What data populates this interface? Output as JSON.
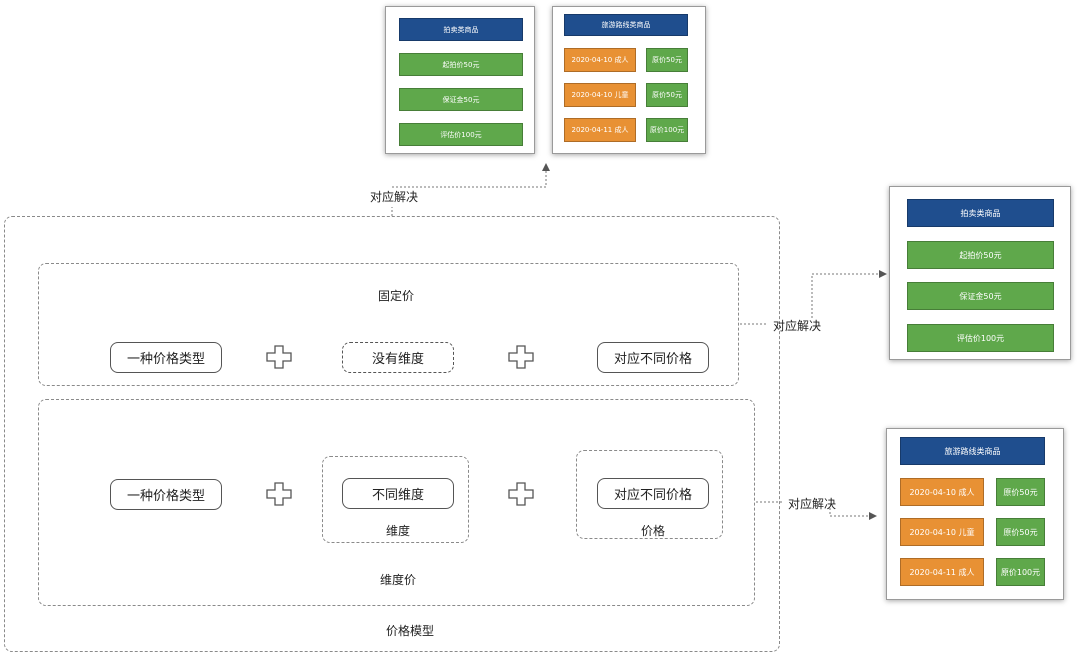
{
  "outer": {
    "title": "价格模型",
    "annotation_top": "对应解决"
  },
  "fixed": {
    "title": "固定价",
    "item1": "一种价格类型",
    "item2": "没有维度",
    "item3": "对应不同价格",
    "annotation": "对应解决"
  },
  "dim": {
    "title": "维度价",
    "item1": "一种价格类型",
    "item2": "不同维度",
    "item2_caption": "维度",
    "item3": "对应不同价格",
    "item3_caption": "价格",
    "annotation": "对应解决"
  },
  "auction_card": {
    "header": "拍卖类商品",
    "rows": [
      "起拍价50元",
      "保证金50元",
      "评估价100元"
    ]
  },
  "travel_card": {
    "header": "旅游路线类商品",
    "rows": [
      {
        "date": "2020-04-10 成人",
        "price": "原价50元"
      },
      {
        "date": "2020-04-10 儿童",
        "price": "原价50元"
      },
      {
        "date": "2020-04-11 成人",
        "price": "原价100元"
      }
    ]
  },
  "colors": {
    "header_blue": "#1f4e8e",
    "green": "#5fa84b",
    "orange": "#e89134"
  }
}
